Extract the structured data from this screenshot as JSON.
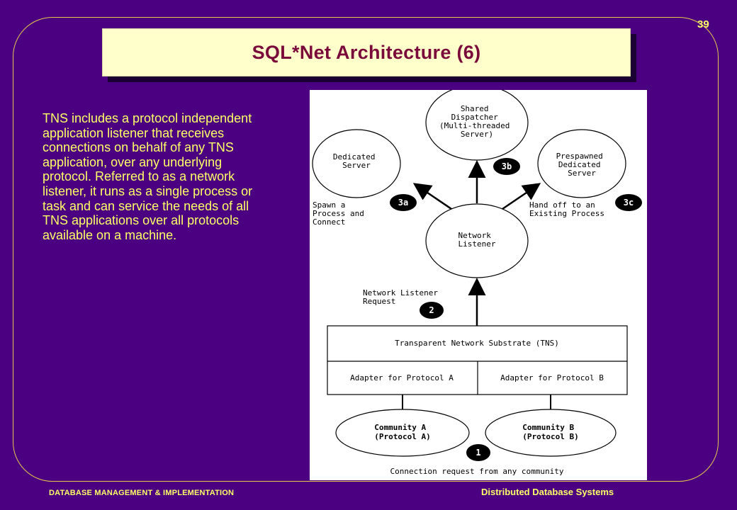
{
  "slide": {
    "page_number": "39",
    "title": "SQL*Net Architecture (6)",
    "body": "TNS includes a protocol independent application listener that receives connections on behalf of any TNS application, over any underlying protocol. Referred to as a network listener, it runs as a single process or task and can service the needs of all TNS applications over all protocols available on a machine.",
    "footer_left": "DATABASE MANAGEMENT & IMPLEMENTATION",
    "footer_right": "Distributed Database Systems"
  },
  "diagram": {
    "shared_dispatcher": [
      "Shared",
      "Dispatcher",
      "(Multi-threaded",
      "Server)"
    ],
    "dedicated_server": [
      "Dedicated",
      "Server"
    ],
    "prespawned_server": [
      "Prespawned",
      "Dedicated",
      "Server"
    ],
    "network_listener": [
      "Network",
      "Listener"
    ],
    "spawn_label": [
      "Spawn a",
      "Process and",
      "Connect"
    ],
    "handoff_label": [
      "Hand off to an",
      "Existing Process"
    ],
    "request_label": [
      "Network Listener",
      "Request"
    ],
    "tns_label": "Transparent Network Substrate (TNS)",
    "adapter_a": "Adapter for Protocol A",
    "adapter_b": "Adapter for Protocol B",
    "community_a": [
      "Community A",
      "(Protocol A)"
    ],
    "community_b": [
      "Community B",
      "(Protocol B)"
    ],
    "connection_label": "Connection request from any community",
    "badges": {
      "b1": "1",
      "b2": "2",
      "b3a": "3a",
      "b3b": "3b",
      "b3c": "3c"
    }
  }
}
